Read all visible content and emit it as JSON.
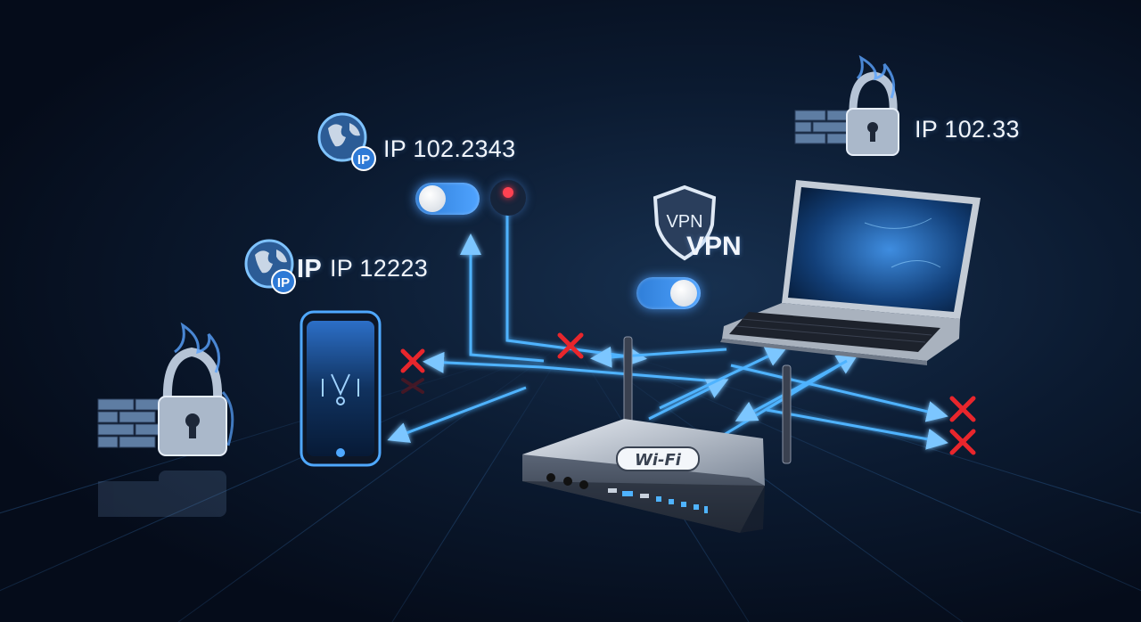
{
  "ip_labels": {
    "top_globe": "IP 102.2343",
    "left_globe_prefix": "IP",
    "left_globe": "IP 12223",
    "firewall_right": "IP 102.33"
  },
  "badge_text": "IP",
  "vpn": {
    "shield_text": "VPN",
    "label": "VPN"
  },
  "router": {
    "brand": "Wi-Fi"
  },
  "colors": {
    "beam": "#4fb3ff",
    "blocked": "#e8262c",
    "toggle_on": "#3b8ef0",
    "indicator_red": "#ff4252"
  },
  "icons": [
    "globe-icon",
    "padlock-icon",
    "firewall-icon",
    "shield-icon",
    "wifi-router",
    "smartphone",
    "laptop",
    "blocked-x-icon"
  ]
}
